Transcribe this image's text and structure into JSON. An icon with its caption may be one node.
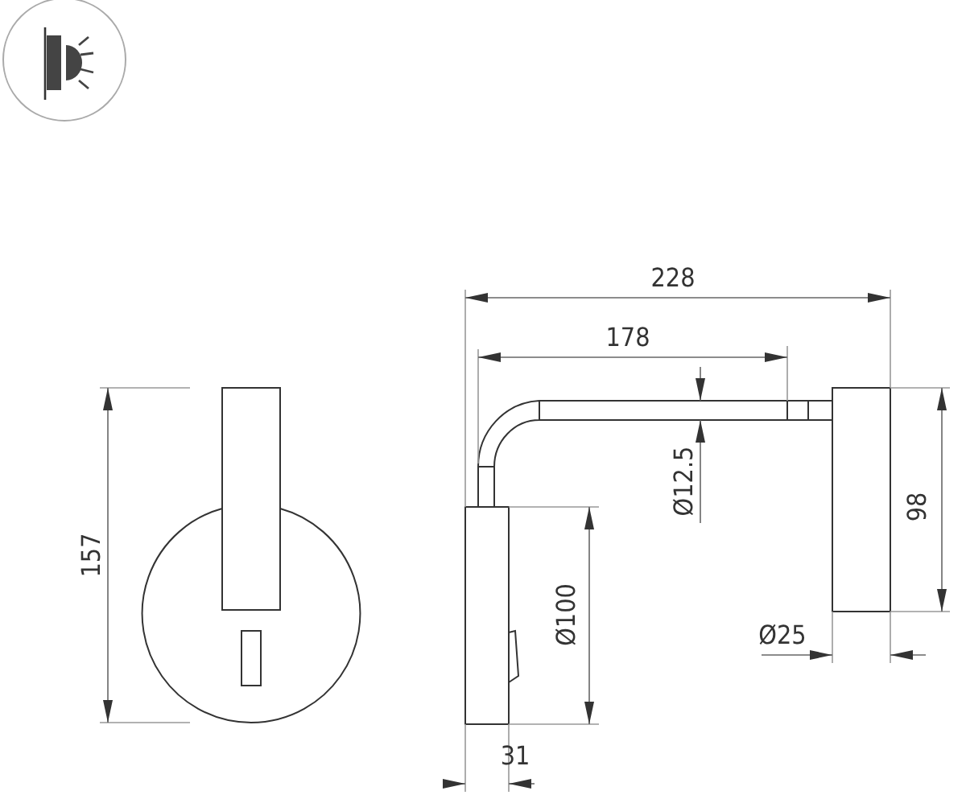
{
  "diagram": {
    "labels": [
      "228",
      "178",
      "157",
      "Ø12.5",
      "98",
      "Ø100",
      "Ø25",
      "31"
    ]
  }
}
